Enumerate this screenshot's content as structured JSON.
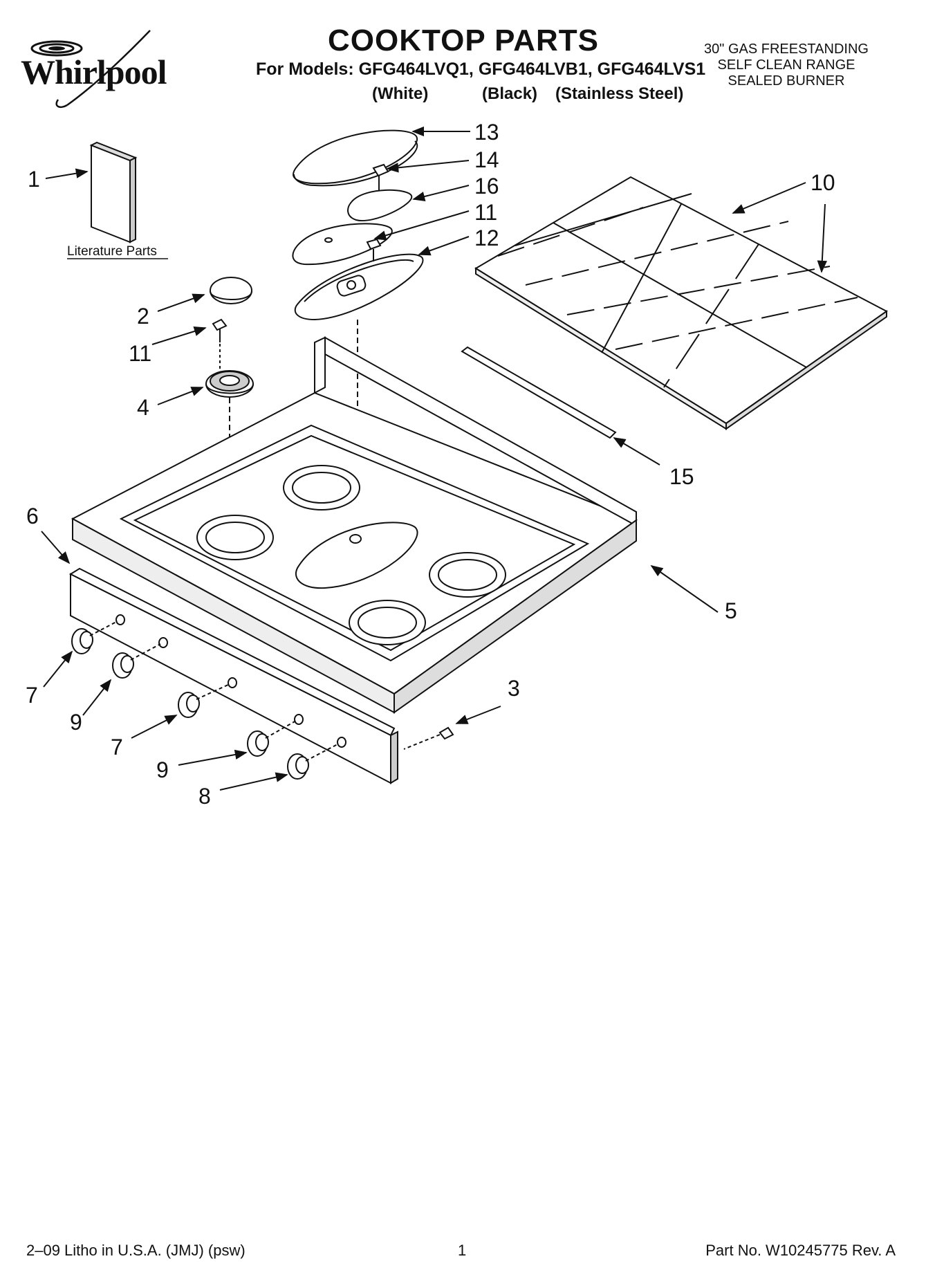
{
  "brand": {
    "name": "Whirlpool"
  },
  "header": {
    "title": "COOKTOP PARTS",
    "models_line": "For Models: GFG464LVQ1, GFG464LVB1, GFG464LVS1",
    "finishes": [
      "(White)",
      "(Black)",
      "(Stainless Steel)"
    ],
    "spec_lines": [
      "30\" GAS FREESTANDING",
      "SELF CLEAN RANGE",
      "SEALED BURNER"
    ]
  },
  "diagram": {
    "literature_label": "Literature Parts",
    "callouts": {
      "c1": "1",
      "c2": "2",
      "c3": "3",
      "c4": "4",
      "c5": "5",
      "c6": "6",
      "c7a": "7",
      "c7b": "7",
      "c8": "8",
      "c9a": "9",
      "c9b": "9",
      "c10": "10",
      "c11a": "11",
      "c11b": "11",
      "c12": "12",
      "c13": "13",
      "c14": "14",
      "c15": "15",
      "c16": "16"
    }
  },
  "footer": {
    "left": "2–09 Litho in U.S.A. (JMJ) (psw)",
    "center": "1",
    "right": "Part No. W10245775 Rev. A"
  }
}
